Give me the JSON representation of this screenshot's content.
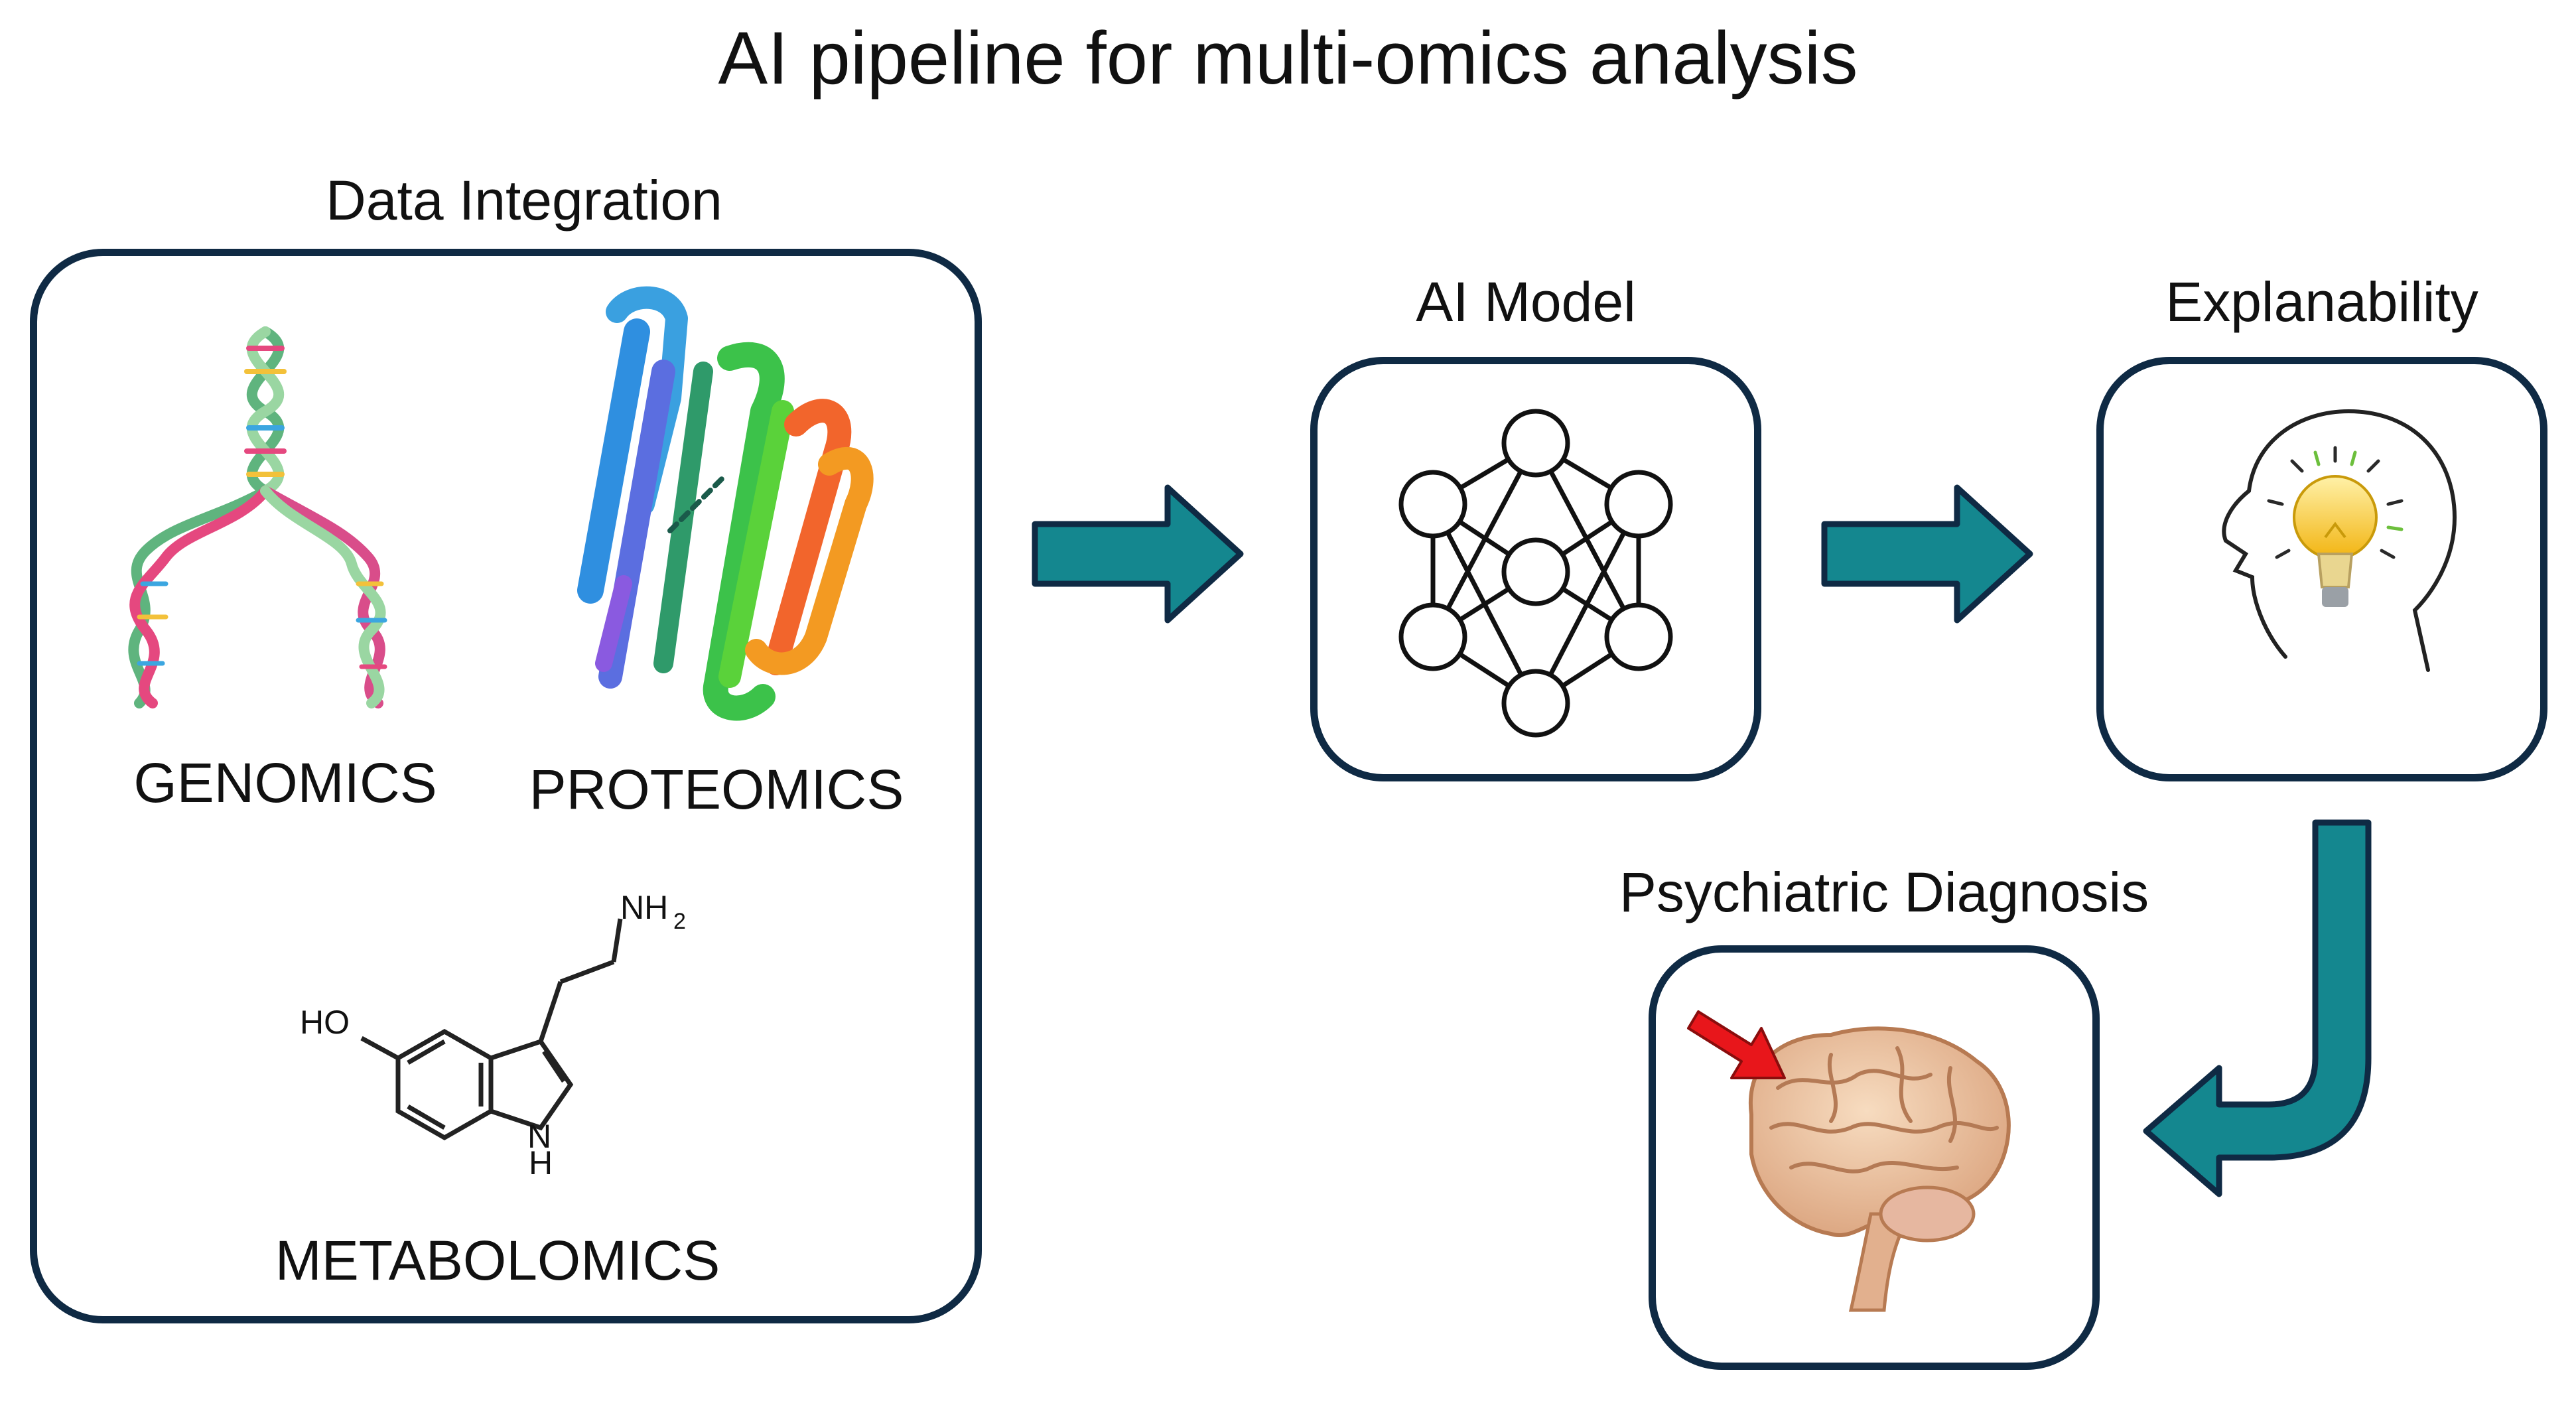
{
  "title": "AI pipeline for multi-omics analysis",
  "stages": {
    "data_integration": {
      "label": "Data Integration",
      "items": {
        "genomics": "GENOMICS",
        "proteomics": "PROTEOMICS",
        "metabolomics": "METABOLOMICS",
        "molecule_labels": {
          "amine": "NH",
          "amine_sub": "2",
          "hydroxyl": "HO",
          "ring_nh": "N",
          "ring_h": "H"
        }
      }
    },
    "ai_model": {
      "label": "AI Model"
    },
    "explainability": {
      "label": "Explanability"
    },
    "diagnosis": {
      "label": "Psychiatric Diagnosis"
    }
  },
  "colors": {
    "box_border": "#0f2a44",
    "arrow_fill": "#14878f",
    "arrow_border": "#0f2a44",
    "marker_arrow": "#e8161b",
    "bulb": "#f6c21d",
    "brain": "#efc8a2"
  },
  "icons": [
    "dna-icon",
    "protein-icon",
    "serotonin-molecule-icon",
    "neural-network-icon",
    "head-lightbulb-icon",
    "brain-icon",
    "pointer-arrow-icon"
  ]
}
